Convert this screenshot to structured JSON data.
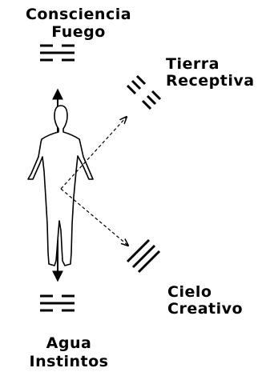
{
  "labels": {
    "top_line1": "Consciencia",
    "top_line2": "Fuego",
    "right_top_line1": "Tierra",
    "right_top_line2": "Receptiva",
    "right_bottom_line1": "Cielo",
    "right_bottom_line2": "Creativo",
    "bottom_line1": "Agua",
    "bottom_line2": "Instintos"
  },
  "colors": {
    "ink": "#000000",
    "background": "#ffffff"
  },
  "icons": {
    "figure": "human-figure",
    "top_trigram": "trigram-fire",
    "bottom_trigram": "trigram-water",
    "right_top_trigram": "trigram-earth",
    "right_bottom_trigram": "trigram-heaven"
  }
}
